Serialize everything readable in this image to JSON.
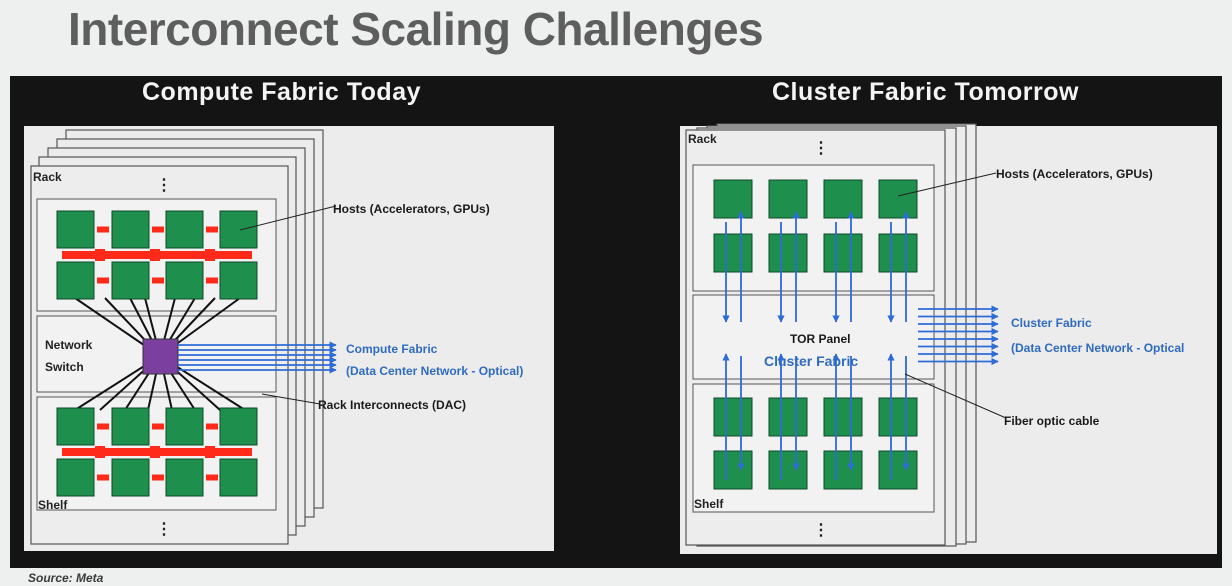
{
  "slide": {
    "title": "Interconnect Scaling Challenges",
    "source": "Source: Meta"
  },
  "left": {
    "heading": "Compute Fabric Today",
    "rack_label": "Rack",
    "shelf_label": "Shelf",
    "switch_label_1": "Network",
    "switch_label_2": "Switch",
    "hosts_callout": "Hosts (Accelerators, GPUs)",
    "fabric_line_1": "Compute Fabric",
    "fabric_line_2": "(Data Center Network - Optical)",
    "interconnect_callout": "Rack Interconnects (DAC)",
    "ellipsis": "⋮"
  },
  "right": {
    "heading": "Cluster Fabric Tomorrow",
    "rack_label": "Rack",
    "shelf_label": "Shelf",
    "tor_label": "TOR Panel",
    "tor_fabric": "Cluster Fabric",
    "hosts_callout": "Hosts (Accelerators, GPUs)",
    "fabric_line_1": "Cluster Fabric",
    "fabric_line_2": "(Data Center Network - Optical",
    "fiber_callout": "Fiber optic cable",
    "ellipsis": "⋮"
  },
  "colors": {
    "gpu": "#1f8f4e",
    "link_red": "#ff2a1a",
    "switch": "#7b3fa0",
    "fabric_blue": "#2f6bd6",
    "label_blue": "#2f6bbf"
  }
}
